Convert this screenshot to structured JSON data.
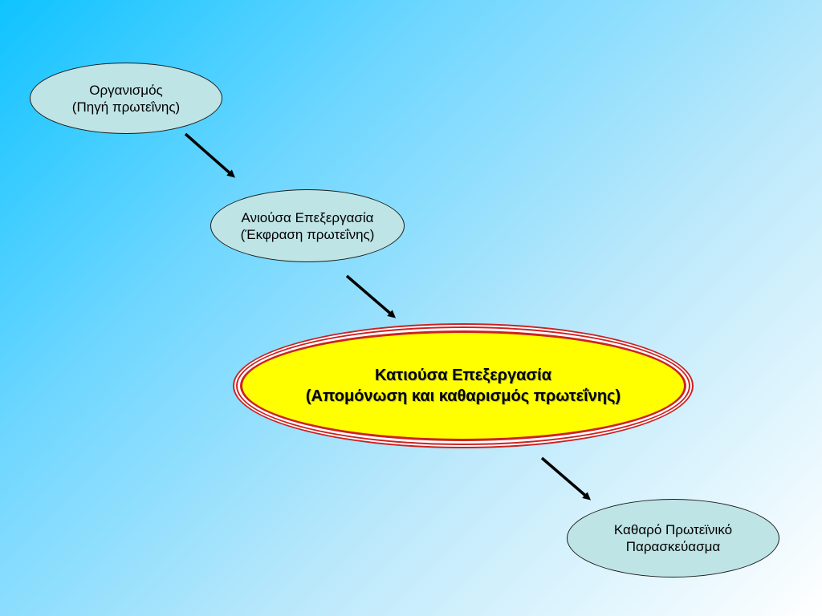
{
  "nodes": [
    {
      "line1": "Οργανισμός",
      "line2": "(Πηγή πρωτεΐνης)"
    },
    {
      "line1": "Ανιούσα Επεξεργασία",
      "line2": "(Έκφραση πρωτεΐνης)"
    },
    {
      "line1": "Κατιούσα Επεξεργασία",
      "line2": "(Απομόνωση και καθαρισμός πρωτεΐνης)"
    },
    {
      "line1": "Καθαρό Πρωτεϊνικό",
      "line2": "Παρασκεύασμα"
    }
  ],
  "colors": {
    "small_node_fill": "#bfe4e6",
    "main_node_fill": "#ffff00",
    "main_node_border": "#cc2222",
    "arrow": "#000000"
  }
}
